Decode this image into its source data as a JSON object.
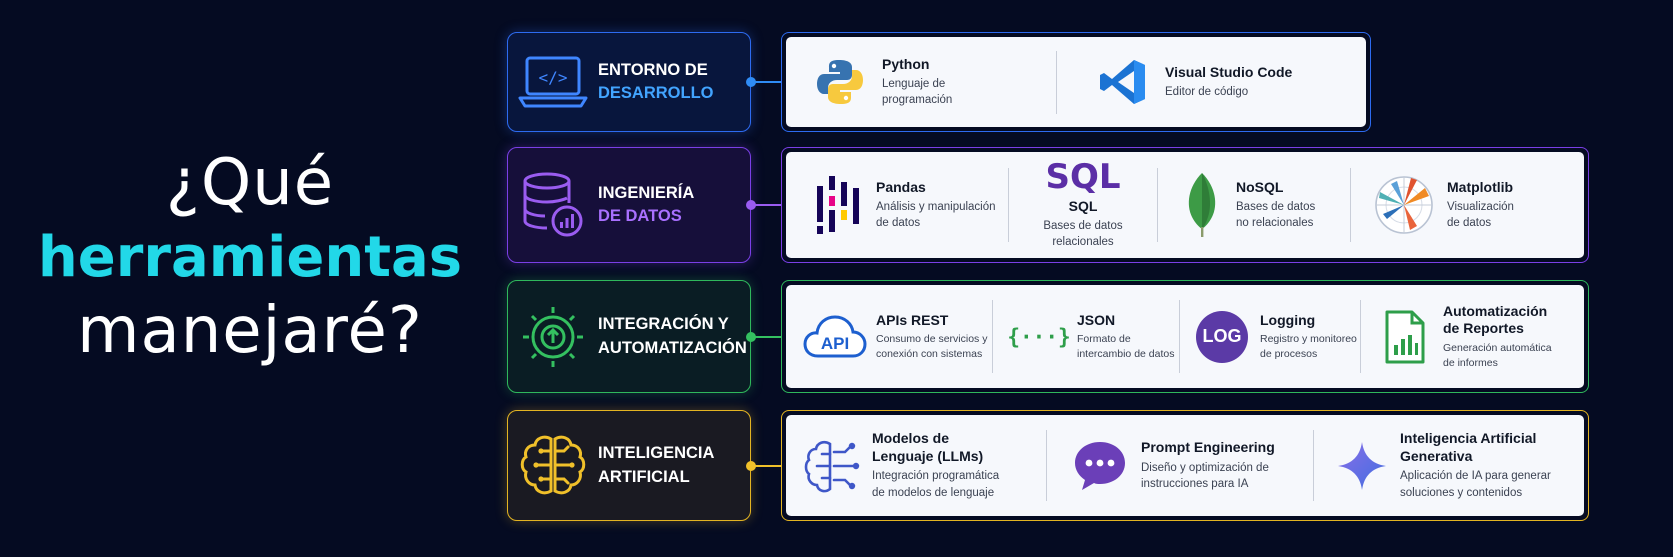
{
  "headline": {
    "line1": "¿Qué",
    "line2": "herramientas",
    "line3": "manejaré?",
    "accent_color": "#22d8e8"
  },
  "rows": [
    {
      "category_line1": "ENTORNO DE",
      "category_line2": "DESARROLLO",
      "color": "#2d6bf0",
      "icon": "laptop-code-icon",
      "tools": [
        {
          "name": "Python",
          "desc": "Lenguaje de programación",
          "icon": "python-icon"
        },
        {
          "name": "Visual Studio Code",
          "desc": "Editor de código",
          "icon": "vscode-icon"
        }
      ]
    },
    {
      "category_line1": "INGENIERÍA",
      "category_line2": "DE DATOS",
      "color": "#7a3fe6",
      "icon": "database-icon",
      "tools": [
        {
          "name": "Pandas",
          "desc": "Análisis y manipulación de datos",
          "icon": "pandas-icon"
        },
        {
          "name": "SQL",
          "logo_text": "SQL",
          "desc": "Bases de datos relacionales",
          "icon": "sql-icon"
        },
        {
          "name": "NoSQL",
          "desc": "Bases de datos no relacionales",
          "icon": "leaf-icon"
        },
        {
          "name": "Matplotlib",
          "desc": "Visualización de datos",
          "icon": "matplotlib-icon"
        }
      ]
    },
    {
      "category_line1": "INTEGRACIÓN Y",
      "category_line2": "AUTOMATIZACIÓN",
      "color": "#2fb85c",
      "icon": "gear-cycle-icon",
      "tools": [
        {
          "name": "APIs REST",
          "logo_text": "API",
          "desc": "Consumo de servicios y conexión con sistemas",
          "icon": "api-cloud-icon"
        },
        {
          "name": "JSON",
          "logo_text": "{···}",
          "desc": "Formato de intercambio de datos",
          "icon": "json-icon"
        },
        {
          "name": "Logging",
          "logo_text": "LOG",
          "desc": "Registro y monitoreo de procesos",
          "icon": "log-icon"
        },
        {
          "name": "Automatización de Reportes",
          "desc": "Generación automática de informes",
          "icon": "report-icon"
        }
      ]
    },
    {
      "category_line1": "INTELIGENCIA",
      "category_line2": "ARTIFICIAL",
      "color": "#e3b422",
      "icon": "brain-circuit-icon",
      "tools": [
        {
          "name": "Modelos de Lenguaje (LLMs)",
          "desc": "Integración programática de modelos de lenguaje",
          "icon": "brain-icon"
        },
        {
          "name": "Prompt Engineering",
          "desc": "Diseño y optimización de instrucciones para IA",
          "icon": "chat-bubble-icon"
        },
        {
          "name": "Inteligencia Artificial Generativa",
          "desc": "Aplicación de IA para generar soluciones y contenidos",
          "icon": "sparkle-icon"
        }
      ]
    }
  ]
}
